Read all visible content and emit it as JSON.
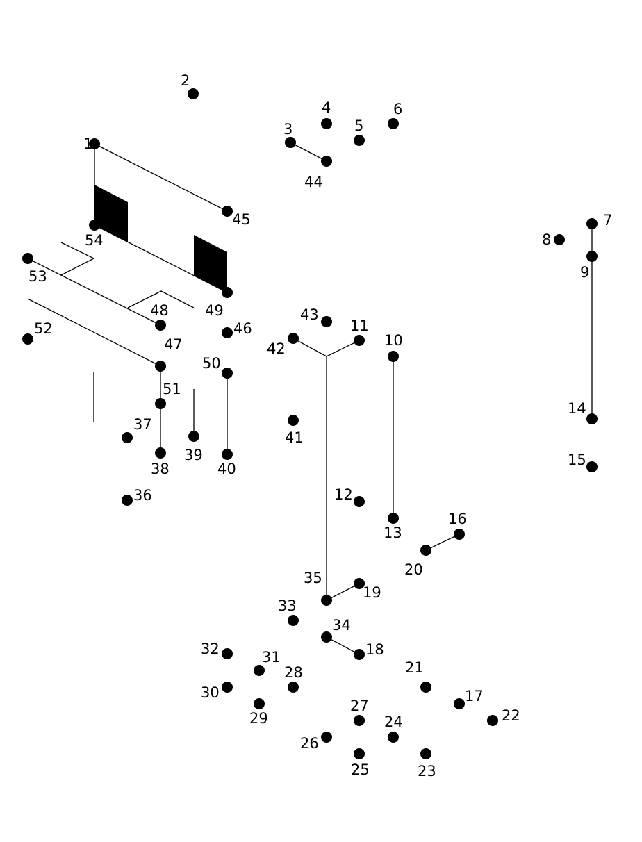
{
  "title": "Connect the dots puzzle",
  "colors": {
    "ink": "#000000",
    "paper": "#ffffff"
  },
  "dots": [
    {
      "n": "1"
    },
    {
      "n": "2"
    },
    {
      "n": "3"
    },
    {
      "n": "4"
    },
    {
      "n": "5"
    },
    {
      "n": "6"
    },
    {
      "n": "7"
    },
    {
      "n": "8"
    },
    {
      "n": "9"
    },
    {
      "n": "10"
    },
    {
      "n": "11"
    },
    {
      "n": "12"
    },
    {
      "n": "13"
    },
    {
      "n": "14"
    },
    {
      "n": "15"
    },
    {
      "n": "16"
    },
    {
      "n": "17"
    },
    {
      "n": "18"
    },
    {
      "n": "19"
    },
    {
      "n": "20"
    },
    {
      "n": "21"
    },
    {
      "n": "22"
    },
    {
      "n": "23"
    },
    {
      "n": "24"
    },
    {
      "n": "25"
    },
    {
      "n": "26"
    },
    {
      "n": "27"
    },
    {
      "n": "28"
    },
    {
      "n": "29"
    },
    {
      "n": "30"
    },
    {
      "n": "31"
    },
    {
      "n": "32"
    },
    {
      "n": "33"
    },
    {
      "n": "34"
    },
    {
      "n": "35"
    },
    {
      "n": "36"
    },
    {
      "n": "37"
    },
    {
      "n": "38"
    },
    {
      "n": "39"
    },
    {
      "n": "40"
    },
    {
      "n": "41"
    },
    {
      "n": "42"
    },
    {
      "n": "43"
    },
    {
      "n": "44"
    },
    {
      "n": "45"
    },
    {
      "n": "46"
    },
    {
      "n": "47"
    },
    {
      "n": "48"
    },
    {
      "n": "49"
    },
    {
      "n": "50"
    },
    {
      "n": "51"
    },
    {
      "n": "52"
    },
    {
      "n": "53"
    },
    {
      "n": "54"
    }
  ],
  "predrawn_connections": [
    [
      "1",
      "45"
    ],
    [
      "1",
      "54"
    ],
    [
      "3",
      "44"
    ],
    [
      "7",
      "9"
    ],
    [
      "9",
      "14"
    ],
    [
      "10",
      "13"
    ],
    [
      "16",
      "20"
    ],
    [
      "19",
      "35"
    ],
    [
      "34",
      "18"
    ],
    [
      "47",
      "51"
    ],
    [
      "51",
      "38"
    ],
    [
      "50",
      "40"
    ],
    [
      "54",
      "49"
    ],
    [
      "53",
      "48"
    ]
  ]
}
